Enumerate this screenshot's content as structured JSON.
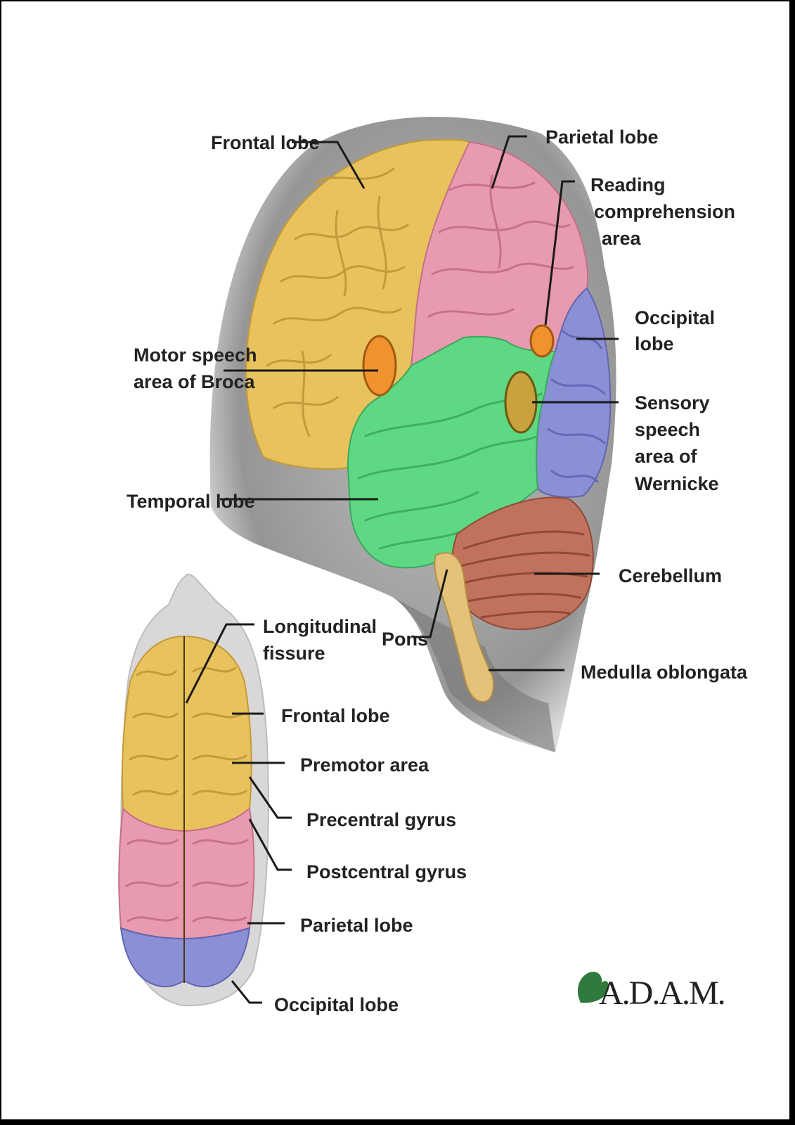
{
  "side_view": {
    "frontal_lobe": "Frontal lobe",
    "parietal_lobe": "Parietal lobe",
    "reading_1": "Reading",
    "reading_2": "comprehension",
    "reading_3": "area",
    "occipital_1": "Occipital",
    "occipital_2": "lobe",
    "broca_1": "Motor speech",
    "broca_2": "area of Broca",
    "wernicke_1": "Sensory",
    "wernicke_2": "speech",
    "wernicke_3": "area of",
    "wernicke_4": "Wernicke",
    "temporal_lobe": "Temporal lobe",
    "cerebellum": "Cerebellum",
    "pons": "Pons",
    "medulla": "Medulla oblongata"
  },
  "top_view": {
    "longitudinal_1": "Longitudinal",
    "longitudinal_2": "fissure",
    "frontal_lobe": "Frontal lobe",
    "premotor": "Premotor area",
    "precentral": "Precentral gyrus",
    "postcentral": "Postcentral gyrus",
    "parietal_lobe": "Parietal lobe",
    "occipital_lobe": "Occipital lobe"
  },
  "logo": "A.D.A.M.",
  "colors": {
    "frontal": "#e8c25c",
    "parietal": "#e79ab0",
    "occipital": "#8b8fd6",
    "temporal": "#5ed882",
    "cerebellum": "#c0725c",
    "spot": "#f0922e",
    "head": "#9a9a9a"
  }
}
